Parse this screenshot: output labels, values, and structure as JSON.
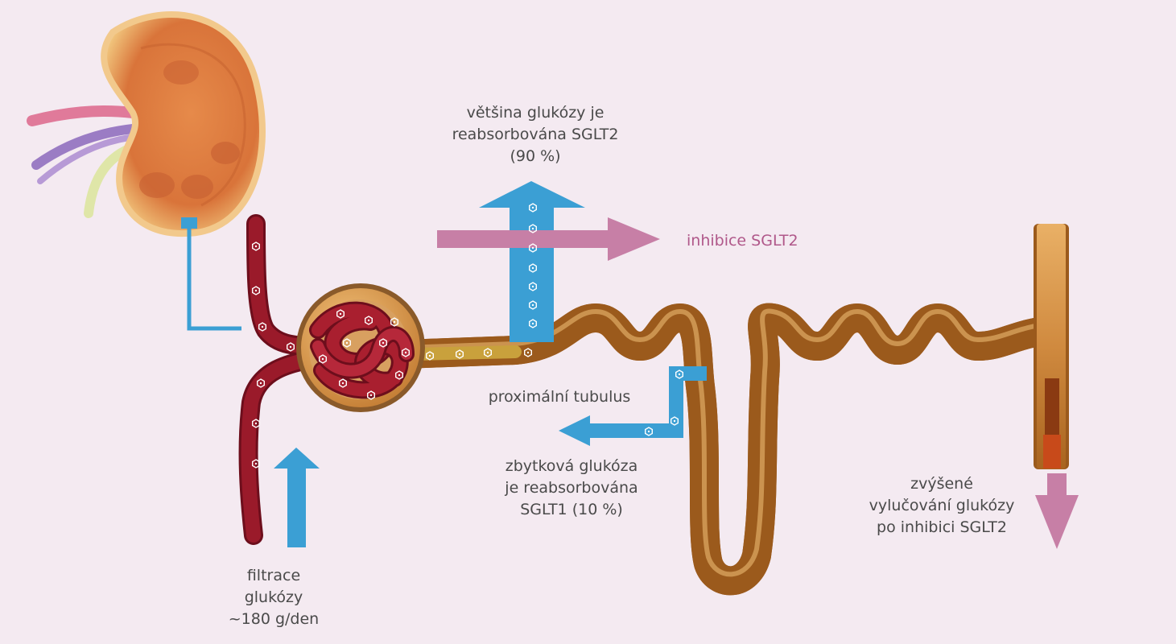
{
  "labels": {
    "reabsorption_sglt2": [
      "většina glukózy je",
      "reabsorbována SGLT2",
      "(90 %)"
    ],
    "inhibition": "inhibice SGLT2",
    "proximal_tubule": "proximální tubulus",
    "residual_glucose": [
      "zbytková glukóza",
      "je reabsorbována",
      "SGLT1 (10 %)"
    ],
    "filtration": [
      "filtrace",
      "glukózy",
      "~180 g/den"
    ],
    "excretion": [
      "zvýšené",
      "vylučování glukózy",
      "po inhibici SGLT2"
    ]
  },
  "colors": {
    "background": "#f4eaf1",
    "blue_arrow": "#3b9fd4",
    "pink_arrow": "#c77fa6",
    "tubule": "#d08a3f",
    "tubule_light": "#e6a95c",
    "vessel": "#9a1a2a",
    "kidney": "#e0903f",
    "text": "#4a4a4a",
    "inhibition_text": "#b0588a"
  },
  "icons": [
    "kidney-icon",
    "glucose-molecule-icon"
  ]
}
